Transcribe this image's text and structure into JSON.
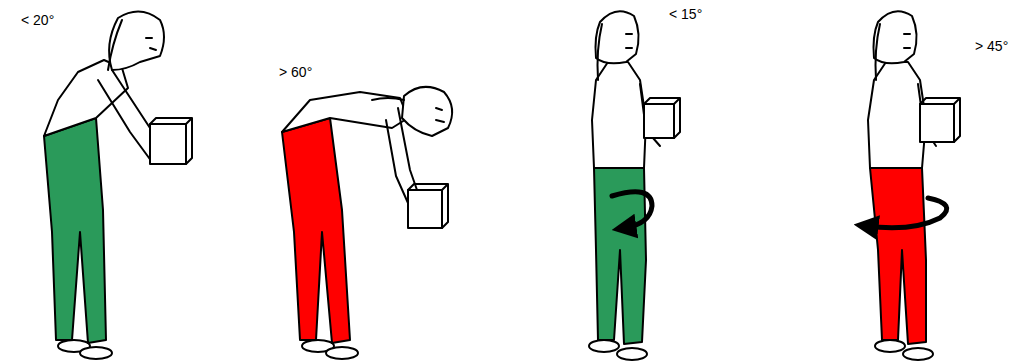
{
  "diagram": {
    "labels": [
      "< 20°",
      "> 60°",
      "< 15°",
      "> 45°"
    ]
  }
}
